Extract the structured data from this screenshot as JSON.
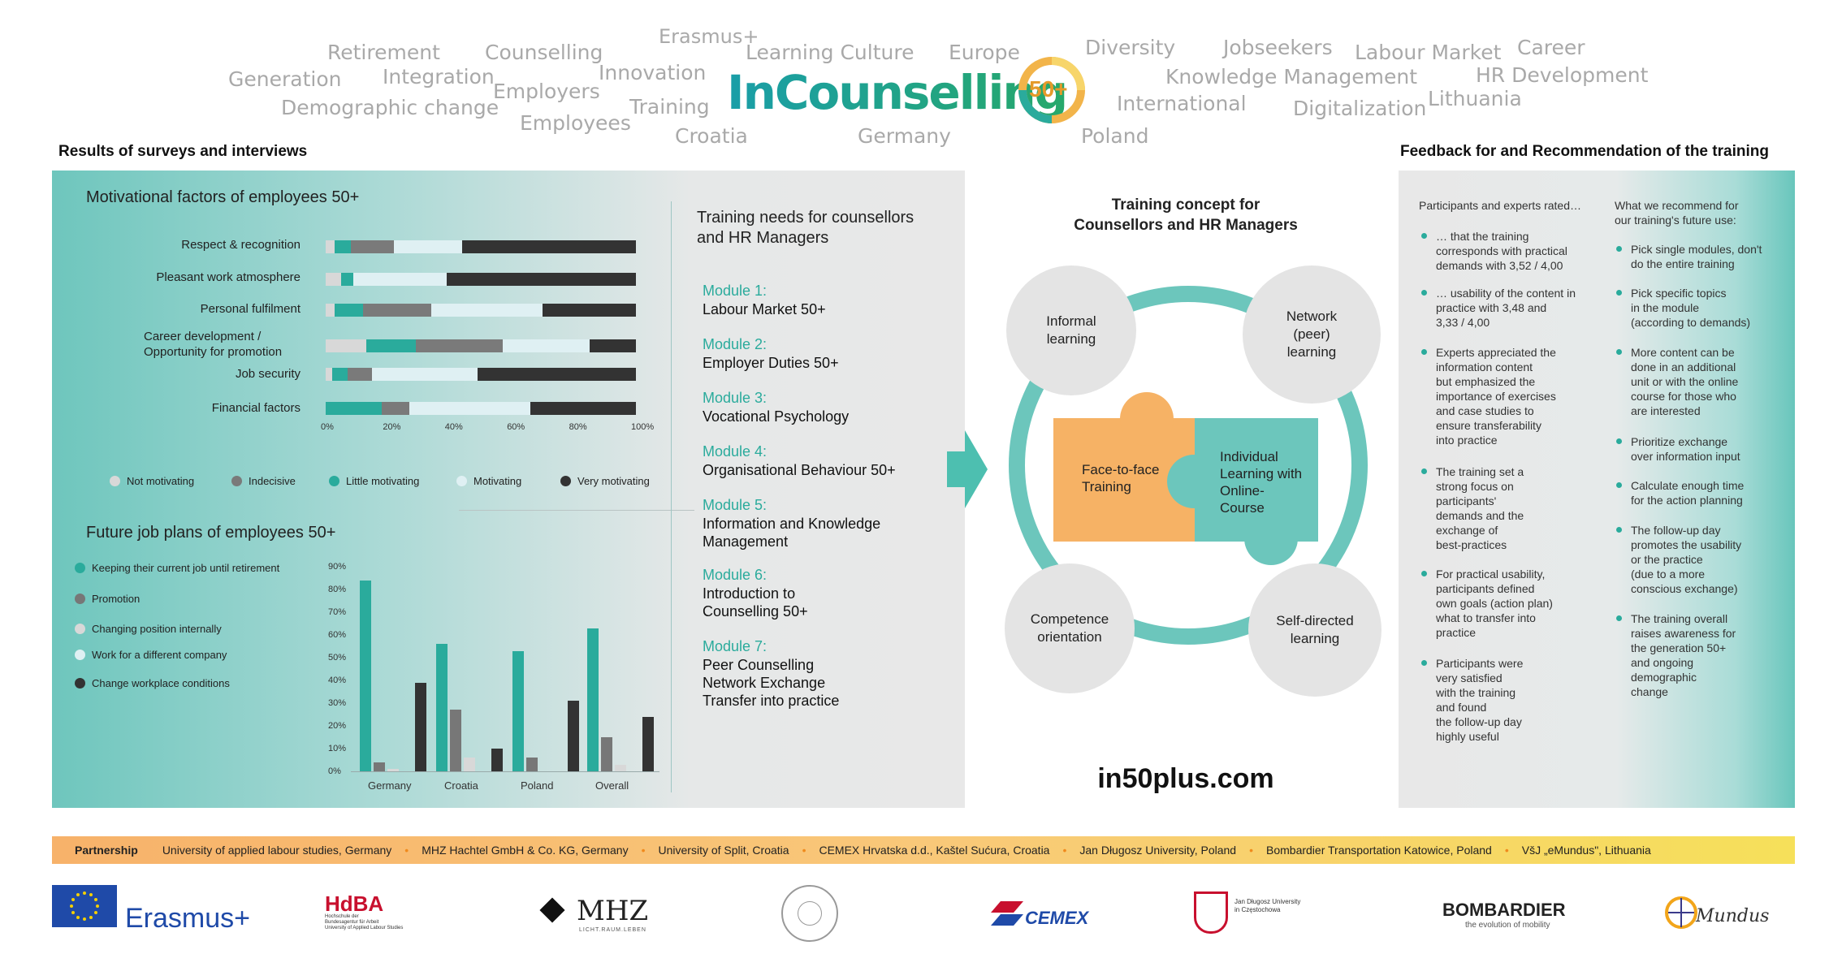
{
  "word_cloud": [
    {
      "text": "Retirement"
    },
    {
      "text": "Counselling"
    },
    {
      "text": "Erasmus+"
    },
    {
      "text": "Learning Culture"
    },
    {
      "text": "Europe"
    },
    {
      "text": "Diversity"
    },
    {
      "text": "Jobseekers"
    },
    {
      "text": "Labour Market"
    },
    {
      "text": "Career"
    },
    {
      "text": "Generation"
    },
    {
      "text": "Integration"
    },
    {
      "text": "Employers"
    },
    {
      "text": "Innovation"
    },
    {
      "text": "Knowledge Management"
    },
    {
      "text": "HR Development"
    },
    {
      "text": "Demographic change"
    },
    {
      "text": "Training"
    },
    {
      "text": "International"
    },
    {
      "text": "Digitalization"
    },
    {
      "text": "Lithuania"
    },
    {
      "text": "Employees"
    },
    {
      "text": "Croatia"
    },
    {
      "text": "Germany"
    },
    {
      "text": "Poland"
    }
  ],
  "brand": {
    "name": "InCounselling",
    "badge": "50+"
  },
  "sections": {
    "left_title": "Results of surveys and interviews",
    "right_title": "Feedback for and Recommendation of the training"
  },
  "motivation_chart": {
    "title": "Motivational factors of employees 50+",
    "chart_data": {
      "type": "bar",
      "orientation": "horizontal-stacked-100",
      "categories": [
        "Respect & recognition",
        "Pleasant work atmosphere",
        "Personal fulfilment",
        "Career development / Opportunity for promotion",
        "Job security",
        "Financial factors"
      ],
      "series": [
        {
          "name": "Not motivating",
          "color": "#d8d8d8",
          "values": [
            3,
            5,
            3,
            13,
            2,
            0
          ]
        },
        {
          "name": "Little motivating",
          "color": "#2aab9c",
          "values": [
            5,
            4,
            9,
            16,
            5,
            18
          ]
        },
        {
          "name": "Indecisive",
          "color": "#7a7a7a",
          "values": [
            14,
            0,
            22,
            28,
            8,
            9
          ]
        },
        {
          "name": "Motivating",
          "color": "#dff0f3",
          "values": [
            22,
            30,
            36,
            28,
            34,
            39
          ]
        },
        {
          "name": "Very motivating",
          "color": "#333333",
          "values": [
            56,
            61,
            30,
            15,
            51,
            34
          ]
        }
      ],
      "xticks": [
        "0%",
        "20%",
        "40%",
        "60%",
        "80%",
        "100%"
      ],
      "legend_order": [
        "Not motivating",
        "Indecisive",
        "Little motivating",
        "Motivating",
        "Very motivating"
      ],
      "legend_colors": [
        "#d8d8d8",
        "#7a7a7a",
        "#2aab9c",
        "#dff0f3",
        "#333333"
      ]
    }
  },
  "jobplans_chart": {
    "title": "Future job plans of employees 50+",
    "chart_data": {
      "type": "bar",
      "categories": [
        "Germany",
        "Croatia",
        "Poland",
        "Overall"
      ],
      "series": [
        {
          "name": "Keeping their current job until retirement",
          "color": "#2aab9c",
          "values": [
            84,
            56,
            53,
            63
          ]
        },
        {
          "name": "Promotion",
          "color": "#777777",
          "values": [
            4,
            27,
            6,
            15
          ]
        },
        {
          "name": "Changing position internally",
          "color": "#d8d8d8",
          "values": [
            1,
            6,
            0,
            3
          ]
        },
        {
          "name": "Work for a different company",
          "color": "#dff0f3",
          "values": [
            0,
            0,
            0,
            0
          ]
        },
        {
          "name": "Change workplace conditions",
          "color": "#333333",
          "values": [
            39,
            10,
            31,
            24
          ]
        }
      ],
      "yticks": [
        "90%",
        "80%",
        "70%",
        "60%",
        "50%",
        "40%",
        "30%",
        "20%",
        "10%",
        "0%"
      ],
      "ylim": [
        0,
        90
      ]
    }
  },
  "training_needs": {
    "title_line1": "Training needs for counsellors",
    "title_line2": "and HR Managers",
    "modules": [
      {
        "head": "Module 1:",
        "lines": [
          "Labour Market 50+"
        ]
      },
      {
        "head": "Module 2:",
        "lines": [
          "Employer Duties 50+"
        ]
      },
      {
        "head": "Module 3:",
        "lines": [
          "Vocational Psychology"
        ]
      },
      {
        "head": "Module 4:",
        "lines": [
          "Organisational Behaviour 50+"
        ]
      },
      {
        "head": "Module 5:",
        "lines": [
          "Information and Knowledge",
          "Management"
        ]
      },
      {
        "head": "Module 6:",
        "lines": [
          "Introduction to",
          "Counselling 50+"
        ]
      },
      {
        "head": "Module 7:",
        "lines": [
          "Peer Counselling",
          "Network Exchange",
          "Transfer into practice"
        ]
      }
    ]
  },
  "concept": {
    "title_line1": "Training concept for",
    "title_line2": "Counsellors and HR Managers",
    "circles": [
      {
        "lines": [
          "Informal",
          "learning"
        ]
      },
      {
        "lines": [
          "Network",
          "(peer)",
          "learning"
        ]
      },
      {
        "lines": [
          "Competence",
          "orientation"
        ]
      },
      {
        "lines": [
          "Self-directed",
          "learning"
        ]
      }
    ],
    "puzzle_left": [
      "Face-to-face",
      "Training"
    ],
    "puzzle_right": [
      "Individual",
      "Learning with",
      "Online-",
      "Course"
    ],
    "url": "in50plus.com"
  },
  "feedback": {
    "col1_head": "Participants and experts rated…",
    "col1": [
      [
        "… that the training",
        "corresponds with practical",
        "demands with 3,52 / 4,00"
      ],
      [
        "… usability of the content in",
        "practice with 3,48 and",
        "3,33 / 4,00"
      ],
      [
        "Experts appreciated the",
        "information content",
        "but emphasized the",
        "importance of exercises",
        "and case studies to",
        "ensure transferability",
        "into practice"
      ],
      [
        "The training set a",
        "strong focus on",
        "participants'",
        "demands and the",
        "exchange of",
        "best-practices"
      ],
      [
        "For practical usability,",
        "participants defined",
        "own goals (action plan)",
        "what to transfer into",
        "practice"
      ],
      [
        "Participants were",
        "very satisfied",
        "with the training",
        "and found",
        "the follow-up day",
        "highly useful"
      ]
    ],
    "col2_head_line1": "What we recommend for",
    "col2_head_line2": "our training's future use:",
    "col2": [
      [
        "Pick single modules, don't",
        "do the entire training"
      ],
      [
        "Pick specific topics",
        "in the module",
        "(according to demands)"
      ],
      [
        "More content can be",
        "done in an additional",
        "unit or with the online",
        "course for those who",
        "are interested"
      ],
      [
        "Prioritize exchange",
        "over information input"
      ],
      [
        "Calculate enough time",
        "for the action planning"
      ],
      [
        "The follow-up day",
        "promotes the usability",
        "or the practice",
        "(due to a more",
        "conscious exchange)"
      ],
      [
        "The training overall",
        "raises awareness for",
        "the generation 50+",
        "and ongoing",
        "demographic",
        "change"
      ]
    ]
  },
  "partnership": {
    "label": "Partnership",
    "partners": [
      "University of applied labour studies, Germany",
      "MHZ Hachtel GmbH & Co. KG, Germany",
      "University of Split, Croatia",
      "CEMEX Hrvatska d.d., Kaštel Sućura, Croatia",
      "Jan Długosz University, Poland",
      "Bombardier Transportation Katowice, Poland",
      "VšJ „eMundus\", Lithuania"
    ]
  },
  "logos": {
    "erasmus": "Erasmus+",
    "hdba": "HdBA",
    "hdba_sub1": "Hochschule der",
    "hdba_sub2": "Bundesagentur für Arbeit",
    "hdba_sub3": "University of Applied Labour Studies",
    "mhz": "MHZ",
    "mhz_sub": "LICHT.RAUM.LEBEN",
    "cemex": "CEMEX",
    "jdu_line1": "Jan Długosz University",
    "jdu_line2": "in Częstochowa",
    "bombardier": "BOMBARDIER",
    "bombardier_sub": "the evolution of mobility",
    "emundus": "Mundus"
  },
  "colors": {
    "teal": "#2aab9c",
    "orange": "#f6b265",
    "puzzle_teal": "#6cc6bc",
    "green_brand": "#1fa37c"
  }
}
